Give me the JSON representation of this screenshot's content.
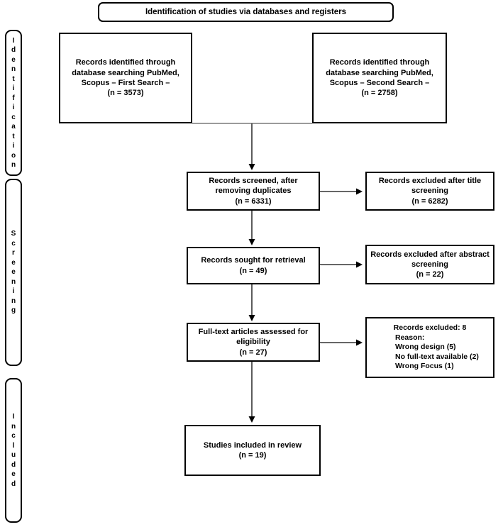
{
  "title_banner": {
    "text": "Identification of studies via databases and registers"
  },
  "sidebar": {
    "identification": {
      "label": "Identification",
      "vertical": "I\nd\ne\nn\nt\ni\nf\ni\nc\na\nt\ni\no\nn"
    },
    "screening": {
      "label": "Screening",
      "vertical": "S\nc\nr\ne\ne\nn\ni\nn\ng"
    },
    "included": {
      "label": "Included",
      "vertical": "I\nn\nc\nl\nu\nd\ne\nd"
    }
  },
  "boxes": {
    "search_first": {
      "text": "Records identified through\ndatabase searching PubMed,\nScopus – First Search –\n(n = 3573)",
      "n": 3573
    },
    "search_second": {
      "text": "Records identified through\ndatabase searching PubMed,\nScopus – Second Search –\n(n = 2758)",
      "n": 2758
    },
    "screened": {
      "text": "Records screened, after\nremoving duplicates\n(n = 6331)",
      "n": 6331
    },
    "excluded_title": {
      "text": "Records excluded after title\nscreening\n(n = 6282)",
      "n": 6282
    },
    "sought": {
      "text": "Records sought for retrieval\n(n = 49)",
      "n": 49
    },
    "excluded_abstract": {
      "text": "Records excluded after abstract\nscreening\n(n = 22)",
      "n": 22
    },
    "fulltext": {
      "text": "Full-text articles assessed for\neligibility\n(n = 27)",
      "n": 27
    },
    "excluded_fulltext": {
      "header": "Records excluded: 8",
      "reasons": "Reason:\nWrong design (5)\nNo full-text available (2)\nWrong Focus (1)",
      "n": 8
    },
    "included": {
      "text": "Studies included in review\n(n = 19)",
      "n": 19
    }
  },
  "colors": {
    "border": "#000000",
    "arrow": "#333333",
    "merge_connector": "#7a7a7a",
    "background": "#ffffff",
    "text": "#000000"
  }
}
